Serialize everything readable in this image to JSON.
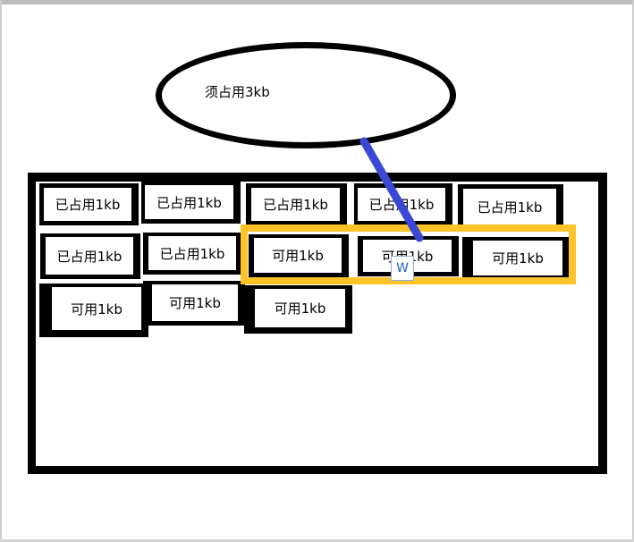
{
  "ellipse": {
    "label": "须占用3kb"
  },
  "blocks": [
    {
      "label": "已占用1kb",
      "status": "used"
    },
    {
      "label": "已占用1kb",
      "status": "used"
    },
    {
      "label": "已占用1kb",
      "status": "used"
    },
    {
      "label": "已占用1kb",
      "status": "used"
    },
    {
      "label": "已占用1kb",
      "status": "used"
    },
    {
      "label": "已占用1kb",
      "status": "used"
    },
    {
      "label": "已占用1kb",
      "status": "used"
    },
    {
      "label": "可用1kb",
      "status": "free"
    },
    {
      "label": "可用1kb",
      "status": "free"
    },
    {
      "label": "可用1kb",
      "status": "free"
    },
    {
      "label": "可用1kb",
      "status": "free"
    },
    {
      "label": "可用1kb",
      "status": "free"
    },
    {
      "label": "可用1kb",
      "status": "free"
    }
  ],
  "colors": {
    "highlight": "#ffc32a",
    "connector": "#3a48d6",
    "outline": "#000000",
    "word_icon": "#1f63b5"
  },
  "icons": {
    "word_icon": "W"
  }
}
